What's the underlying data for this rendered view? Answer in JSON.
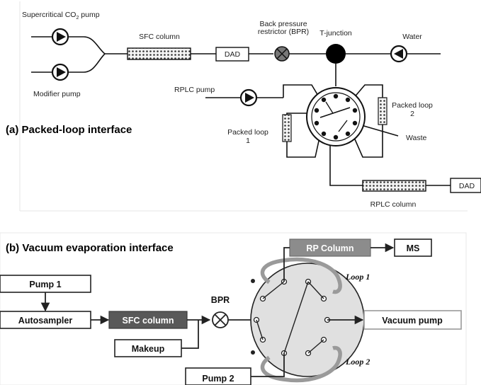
{
  "panel_a": {
    "title": "(a) Packed-loop interface",
    "labels": {
      "co2_pump_prefix": "Supercritical CO",
      "co2_pump_sub": "2",
      "co2_pump_suffix": " pump",
      "modifier_pump": "Modifier pump",
      "sfc_column": "SFC column",
      "dad": "DAD",
      "bpr_line1": "Back pressure",
      "bpr_line2": "restrictor (BPR)",
      "t_junction": "T-junction",
      "water": "Water",
      "rplc_pump": "RPLC pump",
      "packed_loop_1_line1": "Packed loop",
      "packed_loop_1_line2": "1",
      "packed_loop_2_line1": "Packed loop",
      "packed_loop_2_line2": "2",
      "waste": "Waste",
      "dad_2": "DAD",
      "rplc_column": "RPLC column"
    },
    "colors": {
      "line": "#111111",
      "bpr_fill": "#777777",
      "t_junction_fill": "#000000"
    }
  },
  "panel_b": {
    "title": "(b) Vacuum evaporation interface",
    "labels": {
      "pump_1": "Pump 1",
      "autosampler": "Autosampler",
      "sfc_column": "SFC column",
      "makeup": "Makeup",
      "bpr": "BPR",
      "rp_column": "RP Column",
      "ms": "MS",
      "loop_1": "Loop 1",
      "loop_2": "Loop 2",
      "vacuum_pump": "Vacuum pump",
      "pump_2": "Pump 2"
    },
    "colors": {
      "dark_box": "#595959",
      "rp_box": "#8c8c8c",
      "valve_fill": "#e0e0e0",
      "loop_stroke": "#9a9a9a"
    }
  }
}
